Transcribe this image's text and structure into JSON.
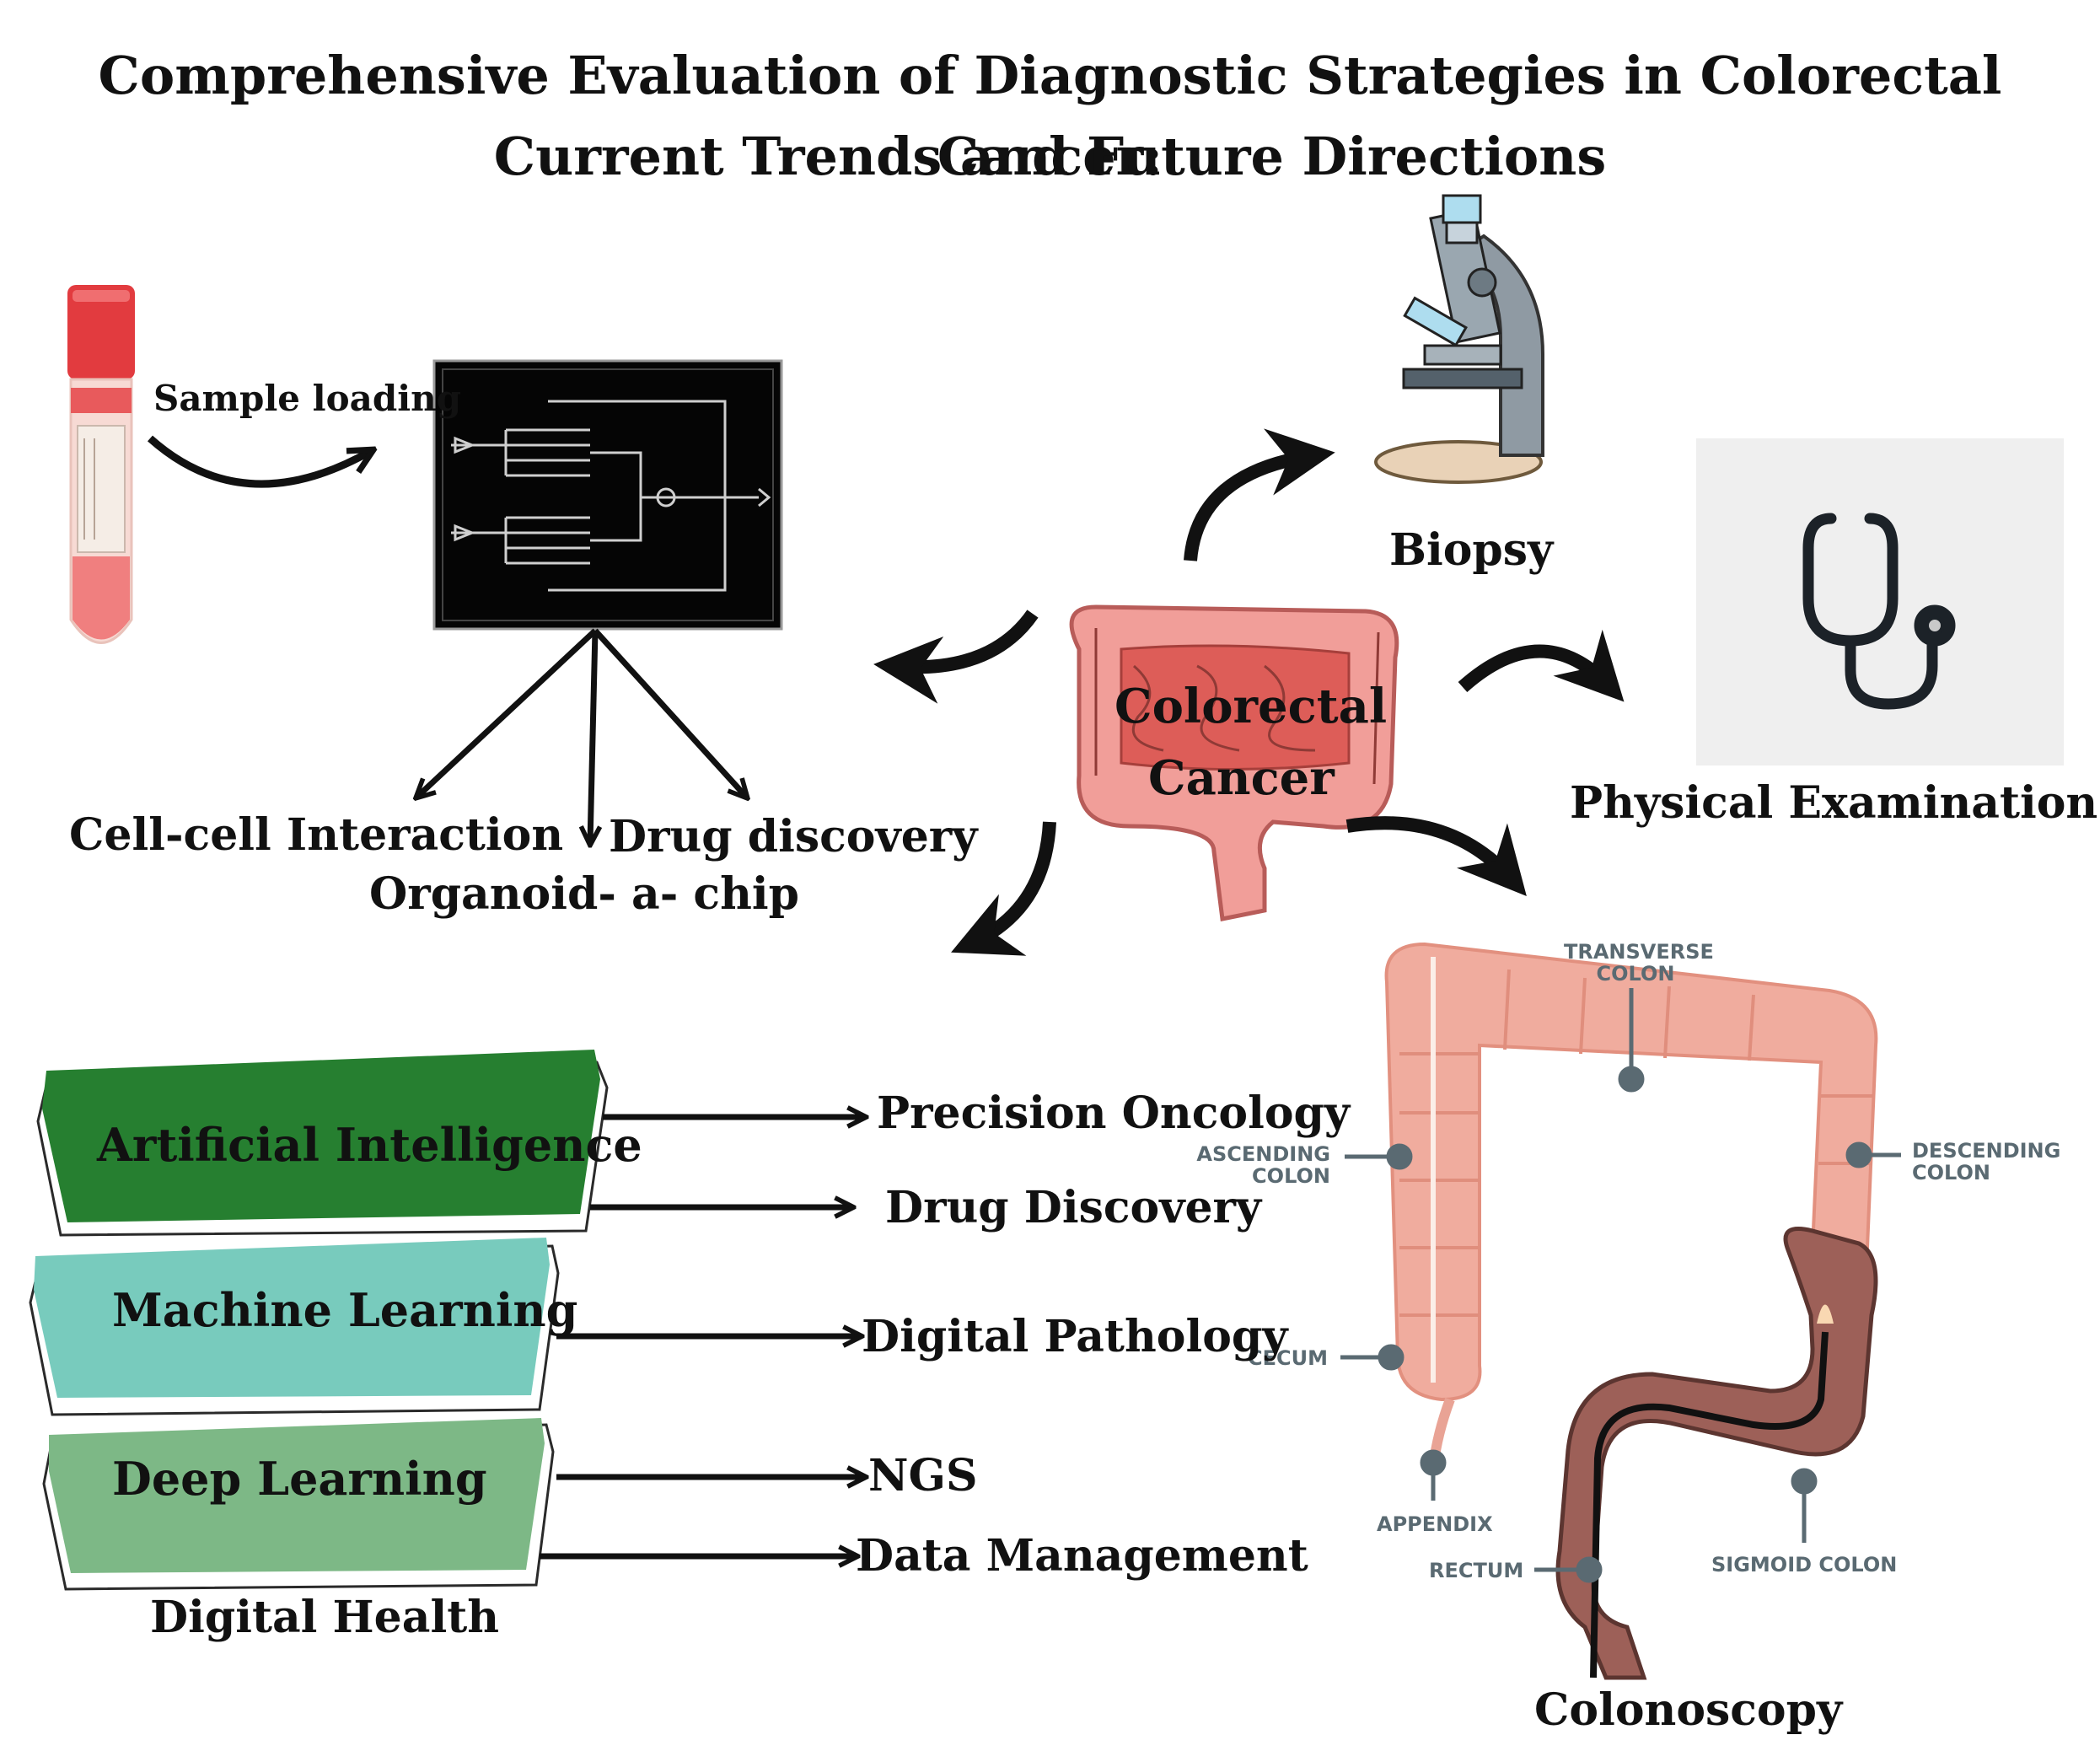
{
  "title": {
    "line1": "Comprehensive Evaluation of Diagnostic Strategies in Colorectal Cancer:",
    "line2": "Current Trends and Future Directions"
  },
  "center": {
    "line1": "Colorectal",
    "line2": "Cancer"
  },
  "organoid": {
    "sample_loading": "Sample loading",
    "cell_cell": "Cell-cell Interaction",
    "drug_discovery": "Drug discovery",
    "caption": "Organoid- a- chip"
  },
  "biopsy": {
    "label": "Biopsy"
  },
  "physical": {
    "label": "Physical Examination"
  },
  "colonoscopy": {
    "label": "Colonoscopy",
    "parts": {
      "transverse_1": "TRANSVERSE",
      "transverse_2": "COLON",
      "ascending_1": "ASCENDING",
      "ascending_2": "COLON",
      "descending_1": "DESCENDING",
      "descending_2": "COLON",
      "cecum": "CECUM",
      "appendix": "APPENDIX",
      "rectum": "RECTUM",
      "sigmoid": "SIGMOID COLON"
    }
  },
  "digital_health": {
    "caption": "Digital Health",
    "boxes": [
      {
        "label": "Artificial Intelligence",
        "color": "#267f30"
      },
      {
        "label": "Machine Learning",
        "color": "#78cbbd"
      },
      {
        "label": "Deep Learning",
        "color": "#7db886"
      }
    ],
    "outputs": [
      "Precision Oncology",
      "Drug Discovery",
      "Digital Pathology",
      "NGS",
      "Data Management"
    ]
  }
}
